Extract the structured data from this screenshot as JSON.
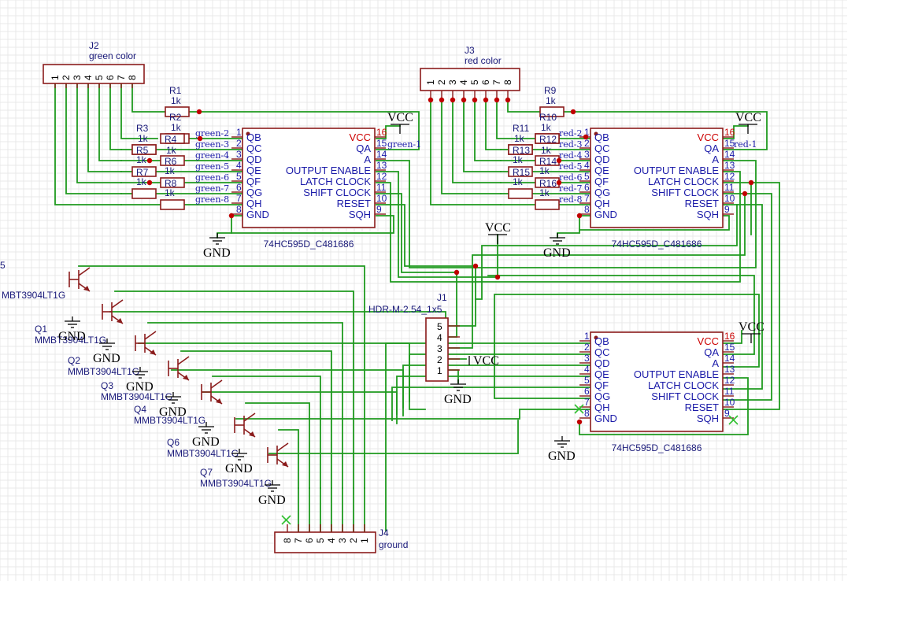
{
  "connectors": {
    "j2": {
      "ref": "J2",
      "value": "green color",
      "pins": [
        "1",
        "2",
        "3",
        "4",
        "5",
        "6",
        "7",
        "8"
      ]
    },
    "j3": {
      "ref": "J3",
      "value": "red color",
      "pins": [
        "1",
        "2",
        "3",
        "4",
        "5",
        "6",
        "7",
        "8"
      ]
    },
    "j4": {
      "ref": "J4",
      "value": "ground",
      "pins": [
        "8",
        "7",
        "6",
        "5",
        "4",
        "3",
        "2",
        "1"
      ]
    },
    "j1": {
      "ref": "J1",
      "value": "HDR-M-2.54_1x5",
      "pins": [
        "5",
        "4",
        "3",
        "2",
        "1"
      ]
    }
  },
  "chips": [
    {
      "id": "u-green",
      "value": "74HC595D_C481686"
    },
    {
      "id": "u-red",
      "value": "74HC595D_C481686"
    },
    {
      "id": "u-ground",
      "value": "74HC595D_C481686"
    }
  ],
  "chip_pins_left": {
    "names": [
      "QB",
      "QC",
      "QD",
      "QE",
      "QF",
      "QG",
      "QH",
      "GND"
    ],
    "numbers": [
      "1",
      "2",
      "3",
      "4",
      "5",
      "6",
      "7",
      "8"
    ]
  },
  "chip_pins_right": {
    "names": [
      "VCC",
      "QA",
      "A",
      "OUTPUT ENABLE",
      "LATCH CLOCK",
      "SHIFT CLOCK",
      "RESET",
      "SQH"
    ],
    "numbers": [
      "16",
      "15",
      "14",
      "13",
      "12",
      "11",
      "10",
      "9"
    ]
  },
  "resistors_green": [
    {
      "ref": "R1",
      "value": "1k"
    },
    {
      "ref": "R2",
      "value": "1k"
    },
    {
      "ref": "R3",
      "value": "1k"
    },
    {
      "ref": "R4",
      "value": "1k"
    },
    {
      "ref": "R5",
      "value": "1k"
    },
    {
      "ref": "R6",
      "value": "1k"
    },
    {
      "ref": "R7",
      "value": "1k"
    },
    {
      "ref": "R8",
      "value": "1k"
    }
  ],
  "resistors_red": [
    {
      "ref": "R9",
      "value": "1k"
    },
    {
      "ref": "R10",
      "value": "1k"
    },
    {
      "ref": "R11",
      "value": "1k"
    },
    {
      "ref": "R12",
      "value": "1k"
    },
    {
      "ref": "R13",
      "value": "1k"
    },
    {
      "ref": "R14",
      "value": "1k"
    },
    {
      "ref": "R15",
      "value": "1k"
    },
    {
      "ref": "R16",
      "value": "1k"
    }
  ],
  "net_labels_green": [
    "green-2",
    "green-3",
    "green-4",
    "green-5",
    "green-6",
    "green-7",
    "green-8",
    "green-1"
  ],
  "net_labels_red": [
    "red-2",
    "red-3",
    "red-4",
    "red-5",
    "red-6",
    "red-7",
    "red-8",
    "red-1"
  ],
  "transistors": [
    {
      "ref": "5",
      "value": "MBT3904LT1G"
    },
    {
      "ref": "Q1",
      "value": "MMBT3904LT1G"
    },
    {
      "ref": "Q2",
      "value": "MMBT3904LT1G"
    },
    {
      "ref": "Q3",
      "value": "MMBT3904LT1G"
    },
    {
      "ref": "Q4",
      "value": "MMBT3904LT1G"
    },
    {
      "ref": "Q6",
      "value": "MMBT3904LT1G"
    },
    {
      "ref": "Q7",
      "value": "MMBT3904LT1G"
    }
  ],
  "power": {
    "vcc": "VCC",
    "gnd": "GND"
  }
}
